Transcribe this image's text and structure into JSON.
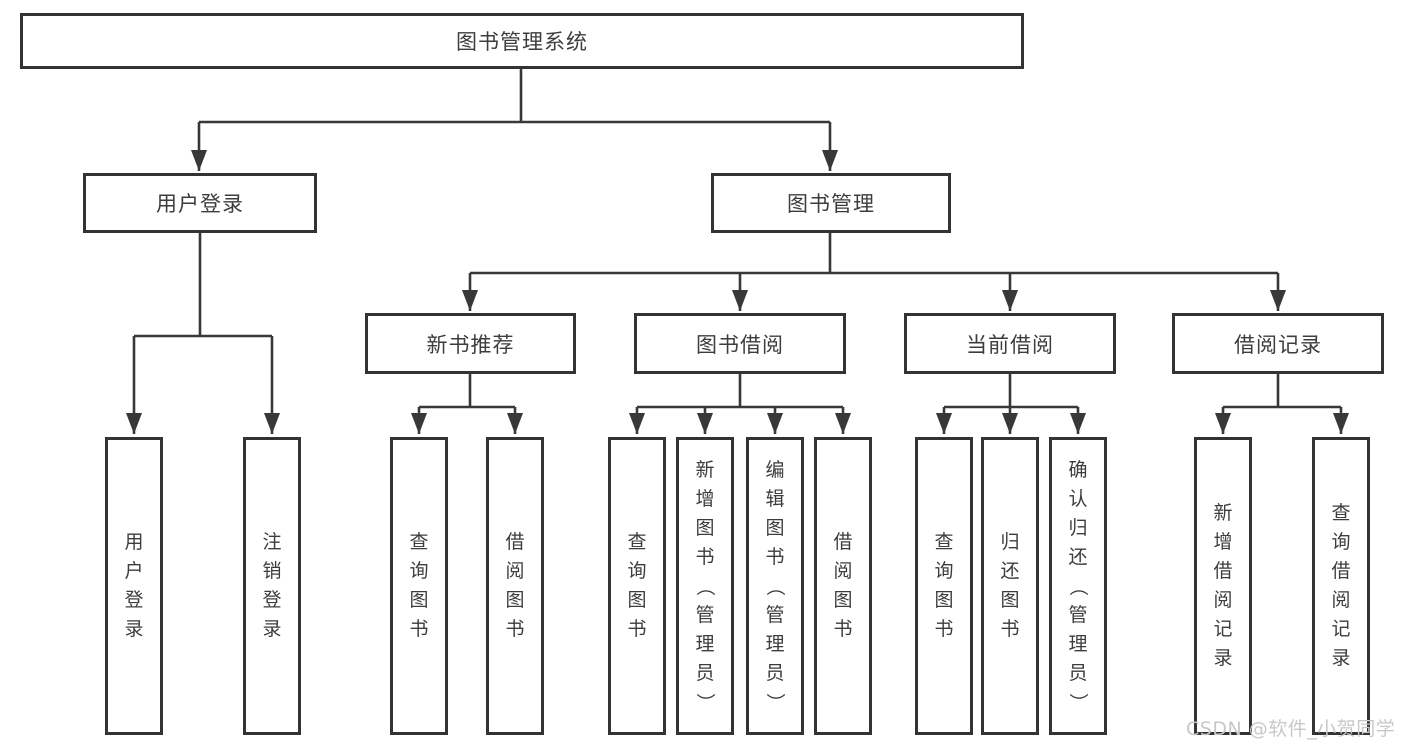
{
  "diagram": {
    "root": {
      "label": "图书管理系统",
      "children": [
        {
          "label": "用户登录",
          "children": [
            {
              "label": "用户登录"
            },
            {
              "label": "注销登录"
            }
          ]
        },
        {
          "label": "图书管理",
          "children": [
            {
              "label": "新书推荐",
              "children": [
                {
                  "label": "查询图书"
                },
                {
                  "label": "借阅图书"
                }
              ]
            },
            {
              "label": "图书借阅",
              "children": [
                {
                  "label": "查询图书"
                },
                {
                  "label": "新增图书（管理员）"
                },
                {
                  "label": "编辑图书（管理员）"
                },
                {
                  "label": "借阅图书"
                }
              ]
            },
            {
              "label": "当前借阅",
              "children": [
                {
                  "label": "查询图书"
                },
                {
                  "label": "归还图书"
                },
                {
                  "label": "确认归还（管理员）"
                }
              ]
            },
            {
              "label": "借阅记录",
              "children": [
                {
                  "label": "新增借阅记录"
                },
                {
                  "label": "查询借阅记录"
                }
              ]
            }
          ]
        }
      ]
    },
    "watermark": "CSDN @软件_小贺同学",
    "colors": {
      "line": "#383838",
      "border": "#333333",
      "text": "#3d3d3d",
      "background": "#ffffff",
      "watermark": "#c8c8cb"
    }
  }
}
